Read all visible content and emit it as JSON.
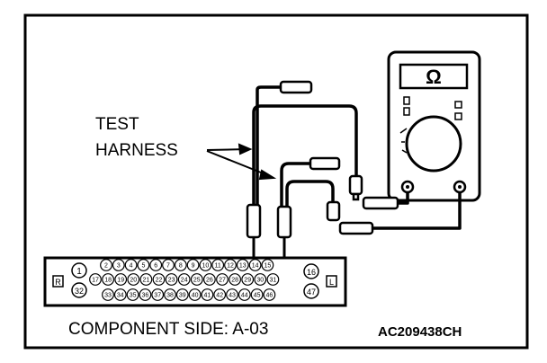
{
  "labels": {
    "test": "TEST",
    "harness": "HARNESS",
    "caption": "COMPONENT SIDE: A-03",
    "code": "AC209438CH",
    "ohm": "Ω",
    "side_left": "R",
    "side_right": "L"
  },
  "connector": {
    "row1": [
      "2",
      "3",
      "4",
      "5",
      "6",
      "7",
      "8",
      "9",
      "10",
      "11",
      "12",
      "13",
      "14",
      "15"
    ],
    "row2": [
      "17",
      "18",
      "19",
      "20",
      "21",
      "22",
      "23",
      "24",
      "25",
      "26",
      "27",
      "28",
      "29",
      "30",
      "31"
    ],
    "row3": [
      "33",
      "34",
      "35",
      "36",
      "37",
      "38",
      "39",
      "40",
      "41",
      "42",
      "43",
      "44",
      "45",
      "46"
    ],
    "left_top": "1",
    "left_bottom": "32",
    "right_top": "16",
    "right_bottom": "47"
  },
  "colors": {
    "ink": "#000000",
    "paper": "#ffffff"
  }
}
